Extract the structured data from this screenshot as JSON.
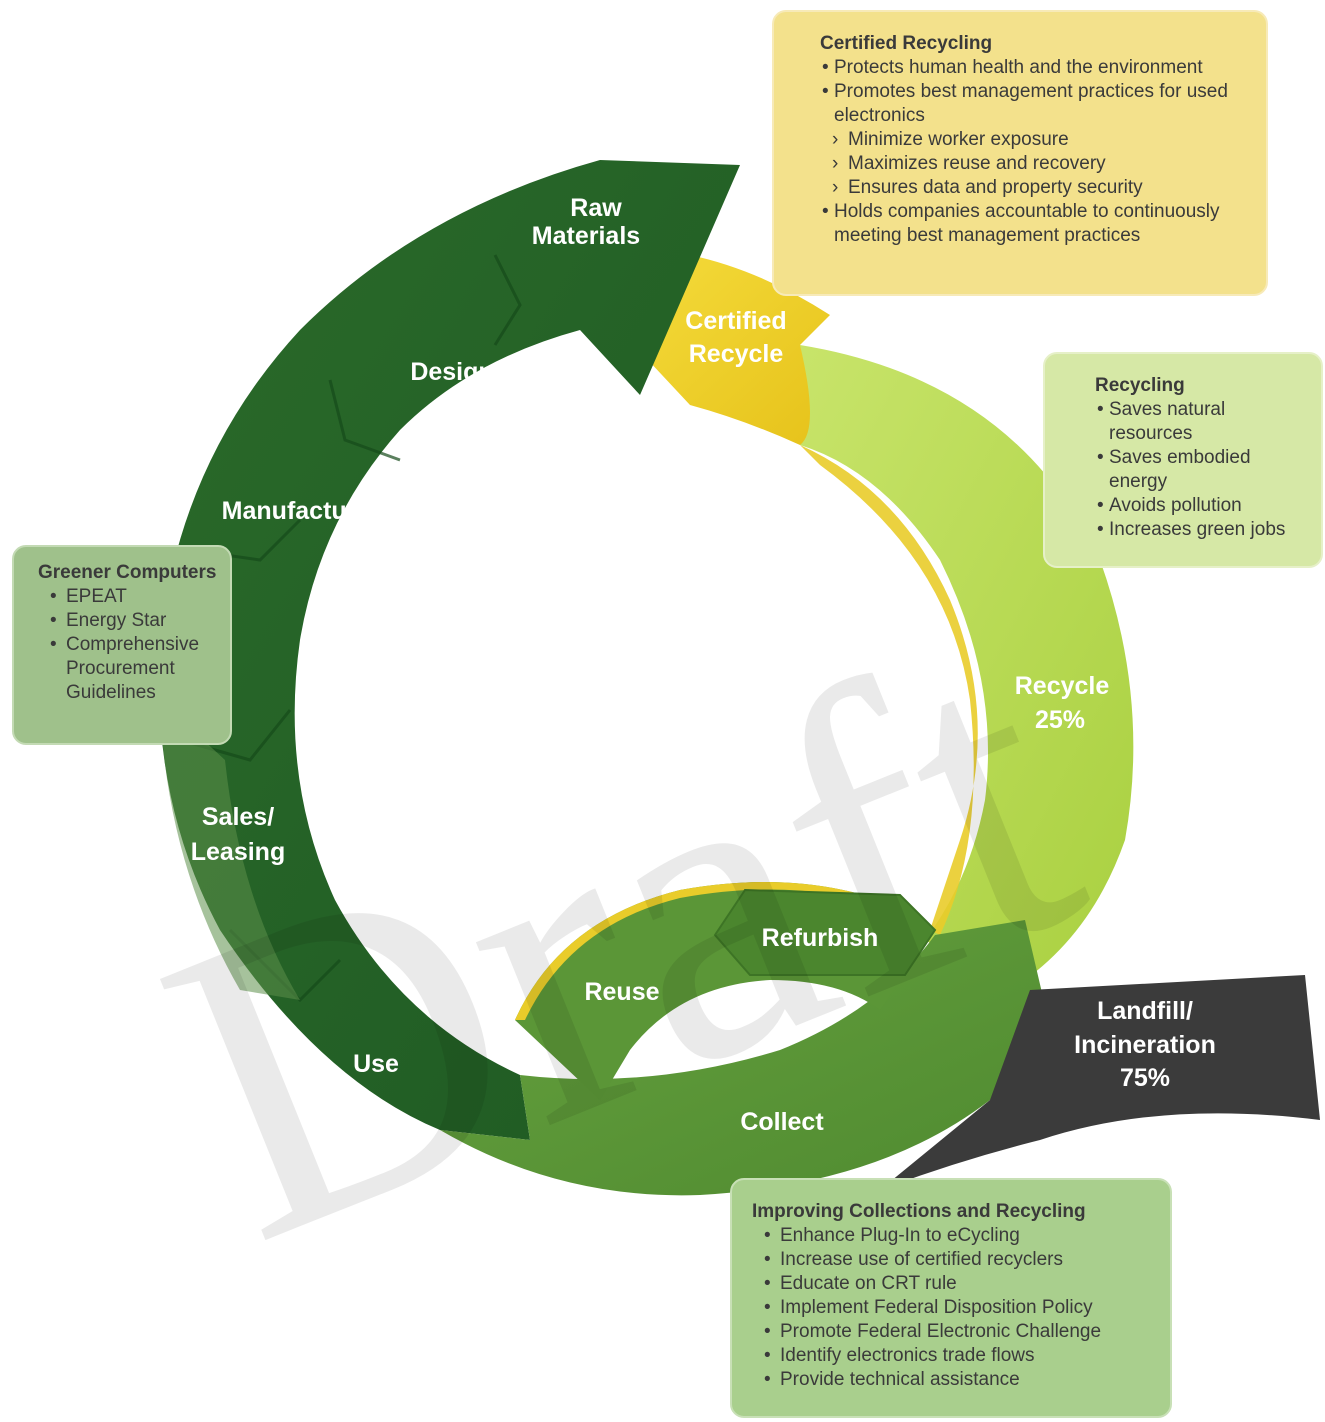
{
  "watermark": "Draft",
  "stages": {
    "raw_materials": [
      "Raw",
      "Materials"
    ],
    "design": "Design",
    "manufacture": "Manufacture",
    "sales_leasing": [
      "Sales/",
      "Leasing"
    ],
    "use": "Use",
    "collect": "Collect",
    "reuse": "Reuse",
    "refurbish": "Refurbish",
    "recycle": [
      "Recycle",
      "25%"
    ],
    "certified_recycle": [
      "Certified",
      "Recycle"
    ],
    "landfill": [
      "Landfill/",
      "Incineration",
      "75%"
    ]
  },
  "boxes": {
    "certified": {
      "title": "Certified Recycling",
      "items": [
        "Protects human health and the environment",
        "Promotes best management practices for used electronics",
        "Minimize worker exposure",
        "Maximizes reuse and recovery",
        "Ensures data and property security",
        "Holds companies accountable to continuously meeting best management practices"
      ]
    },
    "recycling": {
      "title": "Recycling",
      "items": [
        "Saves natural resources",
        "Saves embodied energy",
        "Avoids pollution",
        "Increases green jobs"
      ]
    },
    "greener": {
      "title": "Greener Computers",
      "items": [
        "EPEAT",
        "Energy Star",
        "Comprehensive Procurement Guidelines"
      ]
    },
    "collections": {
      "title": "Improving Collections and Recycling",
      "items": [
        "Enhance Plug-In to eCycling",
        "Increase use of certified recyclers",
        "Educate on CRT rule",
        "Implement Federal Disposition Policy",
        "Promote Federal Electronic Challenge",
        "Identify electronics trade flows",
        "Provide technical assistance"
      ]
    }
  },
  "colors": {
    "dark_green": "#2f6a2c",
    "mid_green": "#5a9a3a",
    "light_green": "#b6da4e",
    "yellow": "#f1d431",
    "dark": "#3a3a3a",
    "box_yellow": "#f3e18c",
    "box_light_green": "#d6e8a6",
    "box_green": "#9fc18b",
    "box_collect": "#a9cf8d"
  }
}
